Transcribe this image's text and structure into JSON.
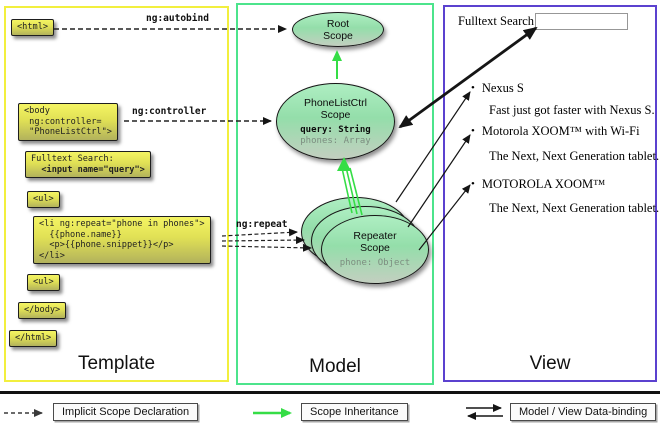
{
  "colors": {
    "template_border": "#f2ef3e",
    "model_border": "#4ce48c",
    "view_border": "#5b41cf",
    "code_box_top": "#f4f463",
    "code_box_bottom": "#b2b25c",
    "scope_top": "#aeeec2",
    "scope_bottom": "#c3cfc0",
    "inheritance_green": "#35dd46",
    "arrow_black": "#151515"
  },
  "template": {
    "title": "Template",
    "html_open": "<html>",
    "body_open": [
      "<body",
      " ng:controller=",
      " \"PhoneListCtrl\">"
    ],
    "fulltext": [
      "Fulltext Search:",
      "  <input name=\"query\">"
    ],
    "ul_open": "<ul>",
    "li_repeat": [
      "<li ng:repeat=\"phone in phones\">",
      "  {{phone.name}}",
      "  <p>{{phone.snippet}}</p>",
      "</li>"
    ],
    "ul_close": "<ul>",
    "body_close": "</body>",
    "html_close": "</html>"
  },
  "model": {
    "title": "Model",
    "root_scope": {
      "name": [
        "Root",
        "Scope"
      ]
    },
    "phonelist_scope": {
      "name": [
        "PhoneListCtrl",
        "Scope"
      ],
      "props": [
        {
          "text": "query: String"
        },
        {
          "text": "phones: Array"
        }
      ]
    },
    "repeater_scope": {
      "name": [
        "Repeater",
        "Scope"
      ],
      "props": [
        {
          "text": "phone: Object"
        }
      ]
    }
  },
  "view": {
    "title": "View",
    "search_label": "Fulltext Search:",
    "search_value": "",
    "bullet_icon": "•",
    "items": [
      {
        "name": "Nexus S",
        "snippet": "Fast just got faster with Nexus S."
      },
      {
        "name": "Motorola XOOM™ with Wi-Fi",
        "snippet": "The Next, Next Generation tablet."
      },
      {
        "name": "MOTOROLA XOOM™",
        "snippet": "The Next, Next Generation tablet."
      }
    ]
  },
  "annotations": {
    "autobind": "ng:autobind",
    "controller": "ng:controller",
    "repeat": "ng:repeat"
  },
  "legend": {
    "implicit": "Implicit Scope Declaration",
    "inheritance": "Scope Inheritance",
    "binding": "Model / View Data-binding"
  }
}
